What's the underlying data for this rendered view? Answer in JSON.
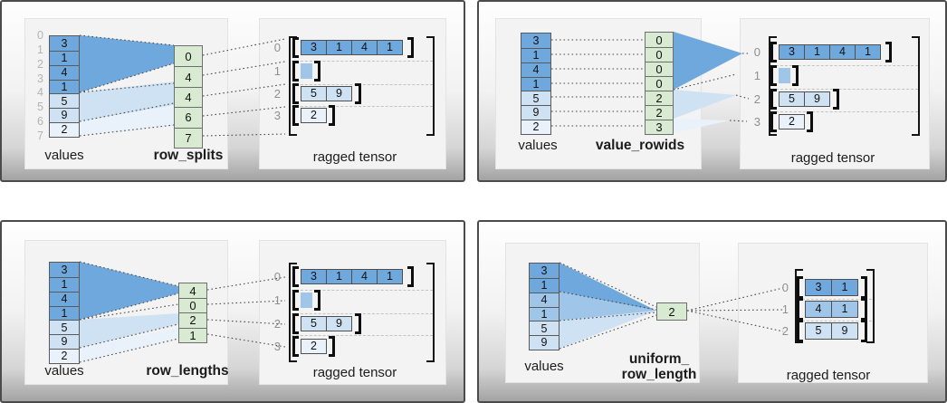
{
  "palette": {
    "dark": "#6fa8dc",
    "medium": "#9fc5e8",
    "light": "#cfe2f3",
    "lightest": "#e9f1fb",
    "green": "#d9ead3",
    "connector": "#4a4a4a",
    "dash": "#c3c3c3",
    "index_gray": "#b3b3b3",
    "row_label_gray": "#8f8f8f"
  },
  "cards": [
    {
      "method": "row_splits",
      "values_label": "values",
      "param_label": "row_splits",
      "tensor_label": "ragged tensor",
      "boundary_indices": [
        "0",
        "1",
        "2",
        "3",
        "4",
        "5",
        "6",
        "7"
      ],
      "values": [
        {
          "v": "3",
          "shade": "dark"
        },
        {
          "v": "1",
          "shade": "dark"
        },
        {
          "v": "4",
          "shade": "dark"
        },
        {
          "v": "1",
          "shade": "dark"
        },
        {
          "v": "5",
          "shade": "light"
        },
        {
          "v": "9",
          "shade": "light"
        },
        {
          "v": "2",
          "shade": "lightest"
        }
      ],
      "param_cells": [
        "0",
        "4",
        "4",
        "6",
        "7"
      ],
      "tensor_rows": [
        {
          "label": "0",
          "shade": "dark",
          "cells": [
            "3",
            "1",
            "4",
            "1"
          ]
        },
        {
          "label": "1",
          "shade": "medium",
          "cells": []
        },
        {
          "label": "2",
          "shade": "light",
          "cells": [
            "5",
            "9"
          ]
        },
        {
          "label": "3",
          "shade": "lightest",
          "cells": [
            "2"
          ]
        }
      ]
    },
    {
      "method": "value_rowids",
      "values_label": "values",
      "param_label": "value_rowids",
      "tensor_label": "ragged tensor",
      "boundary_indices": [],
      "values": [
        {
          "v": "3",
          "shade": "dark"
        },
        {
          "v": "1",
          "shade": "dark"
        },
        {
          "v": "4",
          "shade": "dark"
        },
        {
          "v": "1",
          "shade": "dark"
        },
        {
          "v": "5",
          "shade": "light"
        },
        {
          "v": "9",
          "shade": "light"
        },
        {
          "v": "2",
          "shade": "lightest"
        }
      ],
      "param_cells": [
        "0",
        "0",
        "0",
        "0",
        "2",
        "2",
        "3"
      ],
      "tensor_rows": [
        {
          "label": "0",
          "shade": "dark",
          "cells": [
            "3",
            "1",
            "4",
            "1"
          ]
        },
        {
          "label": "1",
          "shade": "medium",
          "cells": []
        },
        {
          "label": "2",
          "shade": "light",
          "cells": [
            "5",
            "9"
          ]
        },
        {
          "label": "3",
          "shade": "lightest",
          "cells": [
            "2"
          ]
        }
      ]
    },
    {
      "method": "row_lengths",
      "values_label": "values",
      "param_label": "row_lengths",
      "tensor_label": "ragged tensor",
      "boundary_indices": [],
      "values": [
        {
          "v": "3",
          "shade": "dark"
        },
        {
          "v": "1",
          "shade": "dark"
        },
        {
          "v": "4",
          "shade": "dark"
        },
        {
          "v": "1",
          "shade": "dark"
        },
        {
          "v": "5",
          "shade": "light"
        },
        {
          "v": "9",
          "shade": "light"
        },
        {
          "v": "2",
          "shade": "lightest"
        }
      ],
      "param_cells": [
        "4",
        "0",
        "2",
        "1"
      ],
      "tensor_rows": [
        {
          "label": "0",
          "shade": "dark",
          "cells": [
            "3",
            "1",
            "4",
            "1"
          ]
        },
        {
          "label": "1",
          "shade": "medium",
          "cells": []
        },
        {
          "label": "2",
          "shade": "light",
          "cells": [
            "5",
            "9"
          ]
        },
        {
          "label": "3",
          "shade": "lightest",
          "cells": [
            "2"
          ]
        }
      ]
    },
    {
      "method": "uniform_row_length",
      "values_label": "values",
      "param_label": "uniform_\nrow_length",
      "tensor_label": "ragged tensor",
      "boundary_indices": [],
      "values": [
        {
          "v": "3",
          "shade": "dark"
        },
        {
          "v": "1",
          "shade": "dark"
        },
        {
          "v": "4",
          "shade": "medium"
        },
        {
          "v": "1",
          "shade": "medium"
        },
        {
          "v": "5",
          "shade": "light"
        },
        {
          "v": "9",
          "shade": "light"
        }
      ],
      "param_cells": [
        "2"
      ],
      "tensor_rows": [
        {
          "label": "0",
          "shade": "dark",
          "cells": [
            "3",
            "1"
          ]
        },
        {
          "label": "1",
          "shade": "medium",
          "cells": [
            "4",
            "1"
          ]
        },
        {
          "label": "2",
          "shade": "light",
          "cells": [
            "5",
            "9"
          ]
        }
      ]
    }
  ]
}
